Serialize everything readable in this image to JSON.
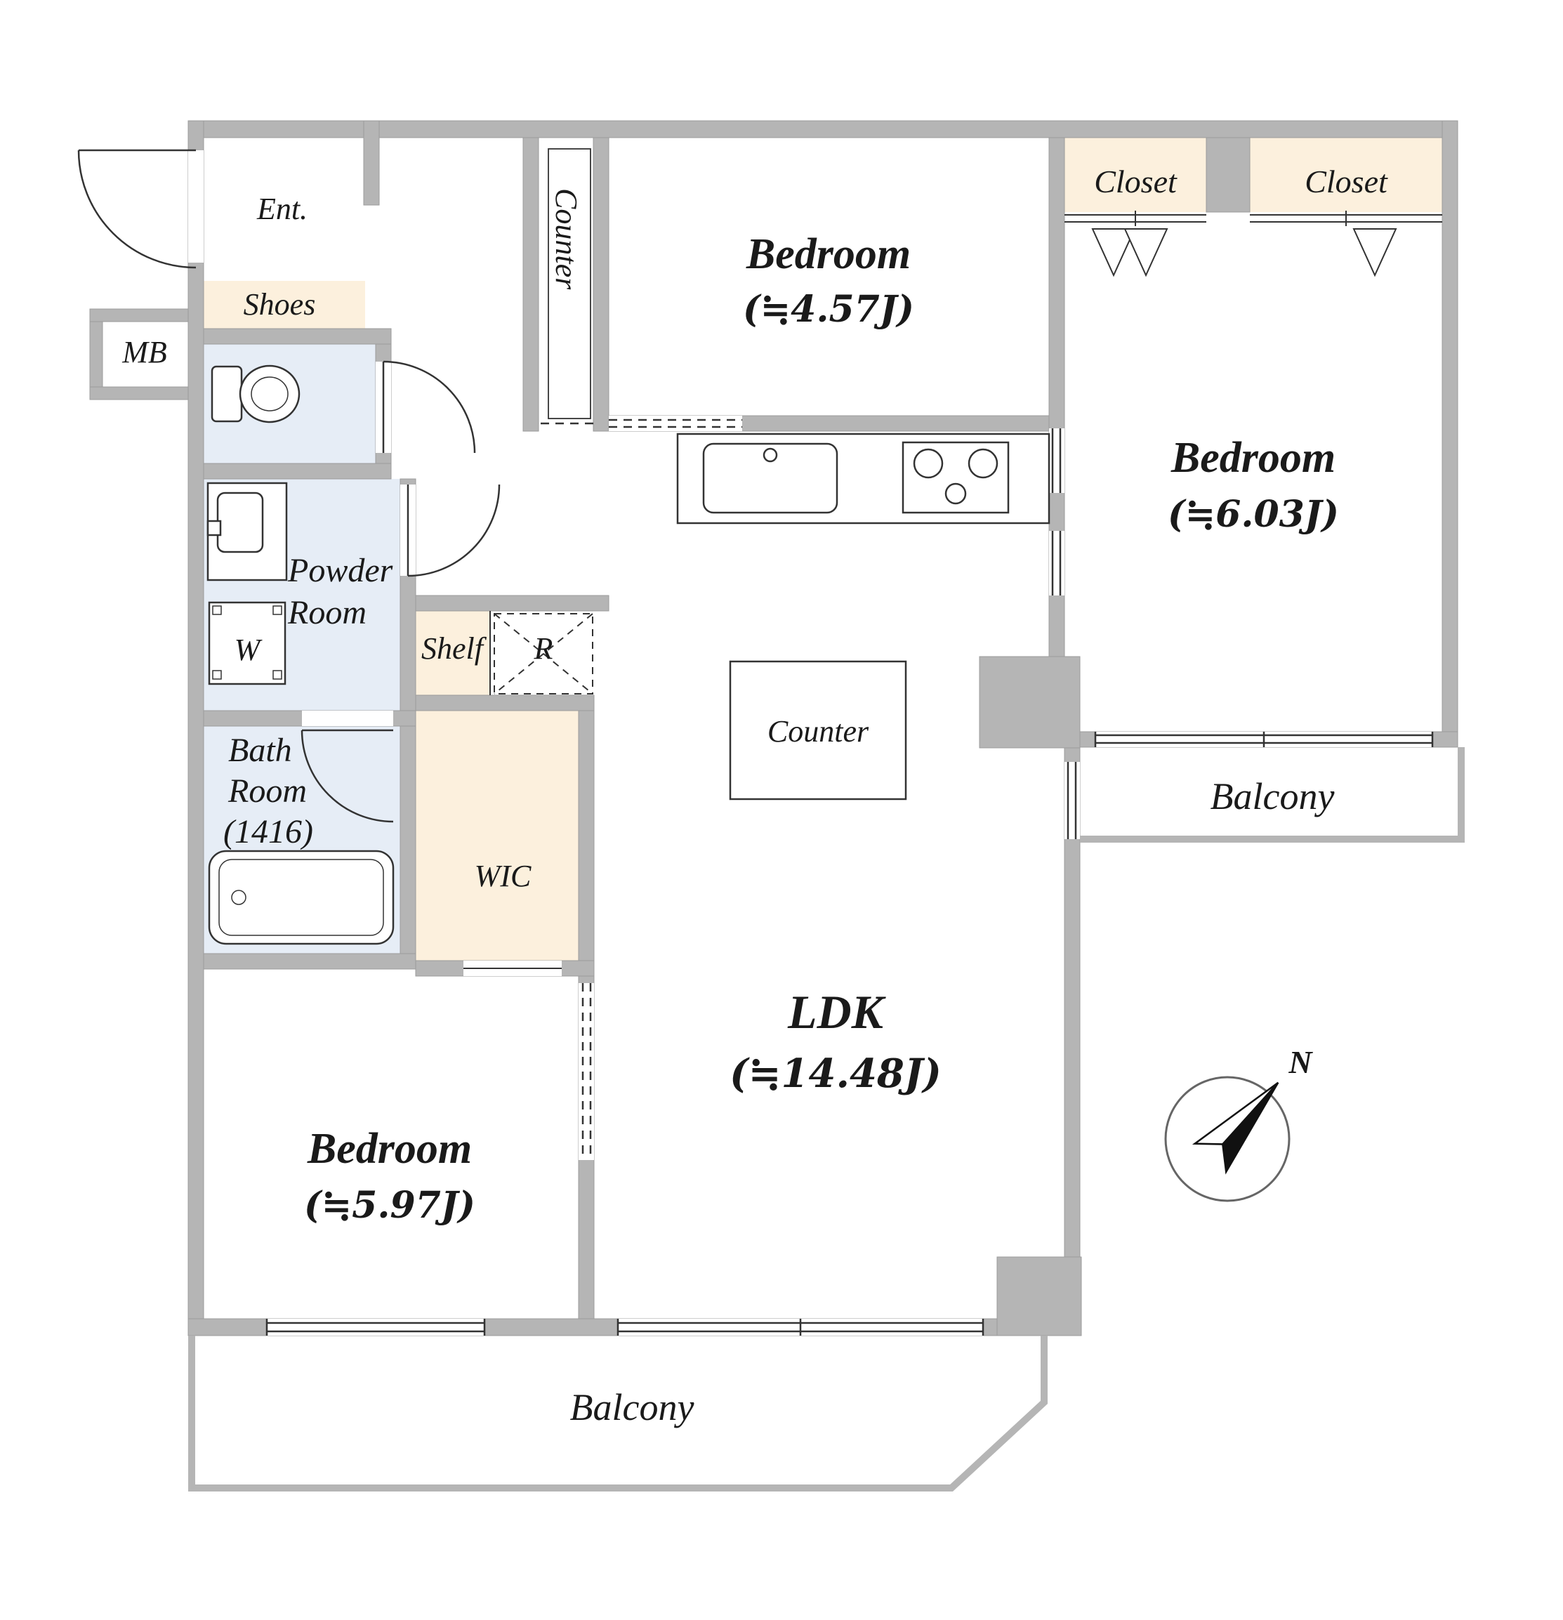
{
  "floorplan": {
    "colors": {
      "wall": "#b5b5b5",
      "wet_area": "#e6edf6",
      "storage": "#fcf0dd",
      "line": "#333333",
      "needle": "#111111"
    },
    "rooms": {
      "entrance": {
        "label": "Ent."
      },
      "shoes": {
        "label": "Shoes"
      },
      "meter_box": {
        "label": "MB"
      },
      "powder_room": {
        "line1": "Powder",
        "line2": "Room"
      },
      "washer": {
        "label": "W"
      },
      "bath_room": {
        "line1": "Bath",
        "line2": "Room",
        "line3": "(1416)"
      },
      "hall_counter": {
        "label": "Counter"
      },
      "shelf": {
        "label": "Shelf"
      },
      "refrigerator": {
        "label": "R"
      },
      "wic": {
        "label": "WIC"
      },
      "bedroom_north": {
        "label": "Bedroom",
        "size": "(≒4.57J)"
      },
      "bedroom_east": {
        "label": "Bedroom",
        "size": "(≒6.03J)"
      },
      "bedroom_south": {
        "label": "Bedroom",
        "size": "(≒5.97J)"
      },
      "ldk": {
        "label": "LDK",
        "size": "(≒14.48J)"
      },
      "island_counter": {
        "label": "Counter"
      },
      "closet_left": {
        "label": "Closet"
      },
      "closet_right": {
        "label": "Closet"
      },
      "balcony_east": {
        "label": "Balcony"
      },
      "balcony_south": {
        "label": "Balcony"
      }
    },
    "compass": {
      "north_label": "N"
    }
  }
}
